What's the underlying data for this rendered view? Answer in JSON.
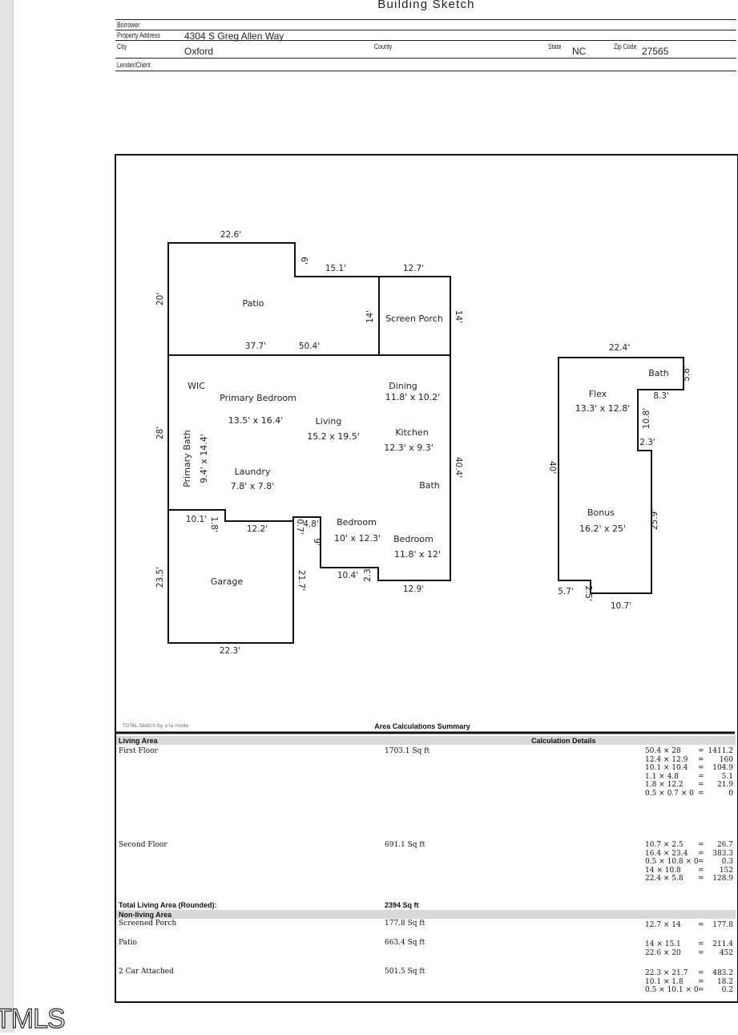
{
  "title": "Building Sketch",
  "header": {
    "borrower_label": "Borrower",
    "property_address_label": "Property Address",
    "property_address": "4304 S Greg Allen Way",
    "city_label": "City",
    "city": "Oxford",
    "county_label": "County",
    "county": "",
    "state_label": "State",
    "state": "NC",
    "zip_label": "Zip Code",
    "zip": "27565",
    "lender_label": "Lender/Client"
  },
  "sketch": {
    "rooms": {
      "patio": "Patio",
      "screen_porch": "Screen Porch",
      "wic": "WIC",
      "primary_bedroom": "Primary Bedroom",
      "primary_bedroom_dim": "13.5' x 16.4'",
      "living": "Living",
      "living_dim": "15.2 x 19.5'",
      "dining": "Dining",
      "dining_dim": "11.8' x 10.2'",
      "kitchen": "Kitchen",
      "kitchen_dim": "12.3' x 9.3'",
      "primary_bath": "Primary Bath",
      "primary_bath_dim": "9.4' x 14.4'",
      "laundry": "Laundry",
      "laundry_dim": "7.8' x 7.8'",
      "bath": "Bath",
      "bedroom1": "Bedroom",
      "bedroom1_dim": "10' x 12.3'",
      "bedroom2": "Bedroom",
      "bedroom2_dim": "11.8' x 12'",
      "garage": "Garage",
      "flex": "Flex",
      "flex_dim": "13.3' x 12.8'",
      "bath2": "Bath",
      "bonus": "Bonus",
      "bonus_dim": "16.2' x 25'"
    },
    "dims": {
      "d22_6": "22.6'",
      "d6": "6'",
      "d15_1": "15.1'",
      "d12_7": "12.7'",
      "d20": "20'",
      "d14a": "14'",
      "d14b": "14'",
      "d37_7": "37.7'",
      "d50_4": "50.4'",
      "d28": "28'",
      "d40_4": "40.4'",
      "d10_1": "10.1'",
      "d1_8": "1.8'",
      "d12_2": "12.2'",
      "d0_7": "0.7'",
      "d4_8": "4.8'",
      "d9": "9'",
      "d10_4": "10.4'",
      "d2_3": "2.3'",
      "d12_9": "12.9'",
      "d23_5": "23.5'",
      "d21_7": "21.7'",
      "d22_3": "22.3'",
      "d22_4": "22.4'",
      "d5_8": "5.8'",
      "d8_3": "8.3'",
      "d10_8": "10.8'",
      "d2_3b": "2.3'",
      "d40": "40'",
      "d25_9": "25.9'",
      "d5_7": "5.7'",
      "d2_5": "2.5'",
      "d10_7": "10.7'"
    },
    "software": "TOTAL Sketch by a la mode"
  },
  "summary": {
    "title": "Area Calculations Summary",
    "living_area_label": "Living Area",
    "calc_details_label": "Calculation Details",
    "first_floor_label": "First Floor",
    "first_floor_area": "1703.1 Sq ft",
    "first_floor_calcs": [
      {
        "expr": "50.4 × 28",
        "result": "1411.2"
      },
      {
        "expr": "12.4 × 12.9",
        "result": "160"
      },
      {
        "expr": "10.1 × 10.4",
        "result": "104.9"
      },
      {
        "expr": "1.1 × 4.8",
        "result": "5.1"
      },
      {
        "expr": "1.8 × 12.2",
        "result": "21.9"
      },
      {
        "expr": "0.5 × 0.7 × 0",
        "result": "0"
      }
    ],
    "second_floor_label": "Second Floor",
    "second_floor_area": "691.1 Sq ft",
    "second_floor_calcs": [
      {
        "expr": "10.7 × 2.5",
        "result": "26.7"
      },
      {
        "expr": "16.4 × 23.4",
        "result": "383.3"
      },
      {
        "expr": "0.5 × 10.8 × 0",
        "result": "0.3"
      },
      {
        "expr": "14 × 10.8",
        "result": "152"
      },
      {
        "expr": "22.4 × 5.8",
        "result": "128.9"
      }
    ],
    "total_label": "Total Living Area (Rounded):",
    "total_area": "2394 Sq ft",
    "non_living_label": "Non-living Area",
    "screened_porch_label": "Screened Porch",
    "screened_porch_area": "177.8 Sq ft",
    "screened_porch_calcs": [
      {
        "expr": "12.7 × 14",
        "result": "177.8"
      }
    ],
    "patio_label": "Patio",
    "patio_area": "663.4 Sq ft",
    "patio_calcs": [
      {
        "expr": "14 × 15.1",
        "result": "211.4"
      },
      {
        "expr": "22.6 × 20",
        "result": "452"
      }
    ],
    "garage_label": "2 Car Attached",
    "garage_area": "501.5 Sq ft",
    "garage_calcs": [
      {
        "expr": "22.3 × 21.7",
        "result": "483.2"
      },
      {
        "expr": "10.1 × 1.8",
        "result": "18.2"
      },
      {
        "expr": "0.5 × 10.1 × 0",
        "result": "0.2"
      }
    ]
  },
  "footer": "TMLS"
}
